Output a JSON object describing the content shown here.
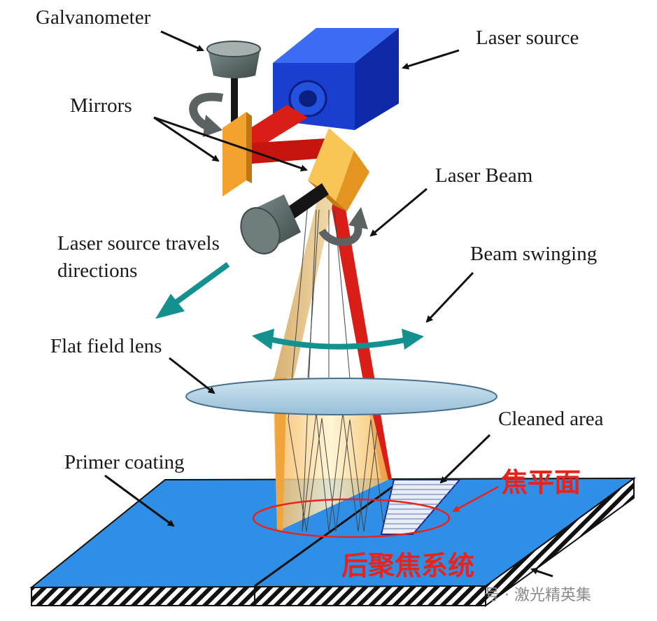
{
  "labels": {
    "galvanometer": "Galvanometer",
    "laser_source": "Laser source",
    "mirrors": "Mirrors",
    "laser_beam": "Laser Beam",
    "travel_line1": "Laser source travels",
    "travel_line2": "directions",
    "beam_swinging": "Beam swinging",
    "flat_field_lens": "Flat field lens",
    "cleaned_area": "Cleaned area",
    "primer_coating": "Primer coating"
  },
  "annotations": {
    "focal_plane": "焦平面",
    "post_focus_system": "后聚焦系统"
  },
  "watermark": "号 · 激光精英集",
  "colors": {
    "laser_red": "#d81e16",
    "laser_box_blue": "#1a3fd0",
    "plate_blue": "#2f8fe6",
    "mirror_orange": "#f3b23a",
    "teal_arrow": "#13918f",
    "annotation_red": "#e8231b"
  }
}
